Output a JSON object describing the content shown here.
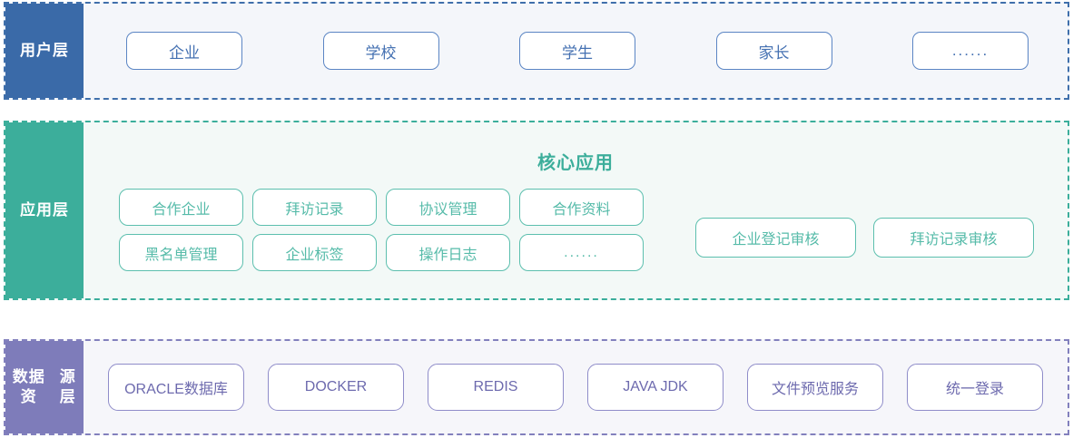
{
  "layers": [
    {
      "id": "user-layer",
      "label": "用户层",
      "accent": "#3a6aa8",
      "border": "#3f6fab",
      "background": "#f4f6fa",
      "items": [
        "企业",
        "学校",
        "学生",
        "家长",
        "......"
      ]
    },
    {
      "id": "app-layer",
      "label": "应用层",
      "accent": "#3cae9b",
      "border": "#3bae9b",
      "background": "#f3f9f7",
      "title": "核心应用",
      "items": [
        "合作企业",
        "拜访记录",
        "协议管理",
        "合作资料",
        "黑名单管理",
        "企业标签",
        "操作日志",
        "......"
      ],
      "audit_items": [
        "企业登记审核",
        "拜访记录审核"
      ]
    },
    {
      "id": "data-layer",
      "label": "数据资\n源层",
      "label_line1": "数据资",
      "label_line2": "源层",
      "accent": "#7e7cba",
      "border": "#8280bd",
      "background": "#f6f6fa",
      "items": [
        "ORACLE数据库",
        "DOCKER",
        "REDIS",
        "JAVA JDK",
        "文件预览服务",
        "统一登录"
      ]
    }
  ]
}
